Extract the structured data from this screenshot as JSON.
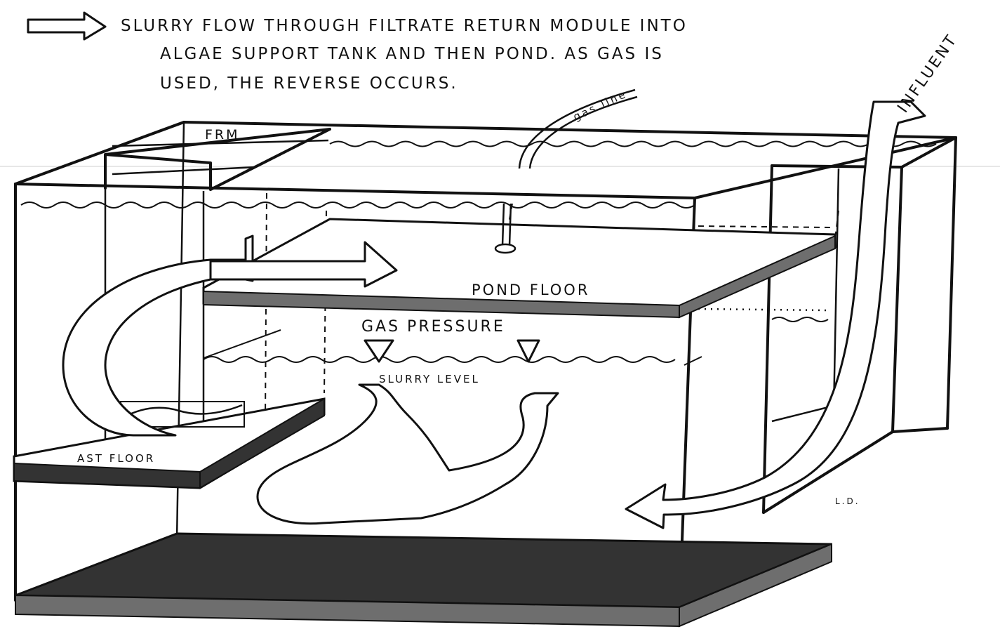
{
  "legend": {
    "arrow_icon": "outline-arrow-icon",
    "line1": "SLURRY  FLOW  THROUGH  FILTRATE  RETURN  MODULE  INTO",
    "line2": "ALGAE  SUPPORT  TANK  AND  THEN  POND.  AS  GAS  IS",
    "line3": "USED,  THE  REVERSE  OCCURS."
  },
  "labels": {
    "influent": "INFLUENT",
    "gas_line": "gas line",
    "frm": "FRM",
    "pond_floor": "POND  FLOOR",
    "gas_pressure": "GAS  PRESSURE",
    "slurry_level": "SLURRY  LEVEL",
    "ast_floor": "AST  FLOOR",
    "ld": "L.D."
  },
  "colors": {
    "ink": "#111111",
    "floor_dark": "#333333",
    "floor_gray": "#6e6e6e",
    "paper": "#ffffff"
  }
}
